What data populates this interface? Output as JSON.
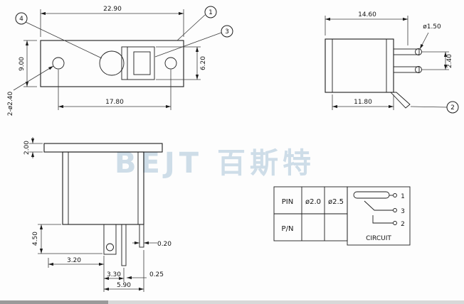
{
  "watermark": {
    "text": "BEJT 百斯特",
    "color": "#a9c4d8"
  },
  "top_view": {
    "dim_width": "22.90",
    "dim_height": "9.00",
    "dim_slot": "6.20",
    "dim_hole_spacing": "17.80",
    "dim_holes": "2-ø2.40",
    "balloon_4": "4",
    "balloon_1": "1",
    "balloon_3": "3"
  },
  "side_view": {
    "dim_width": "14.60",
    "dim_pin_dia": "ø1.50",
    "dim_pin_pitch": "2.40",
    "dim_body": "11.80",
    "balloon_2": "2"
  },
  "front_view": {
    "dim_flange_thk": "2.00",
    "dim_pin_len": "4.50",
    "dim_a": "3.20",
    "dim_b": "0.20",
    "dim_c": "3.30",
    "dim_d": "0.25",
    "dim_e": "5.90"
  },
  "spec_table": {
    "row1": {
      "label": "PIN",
      "col1": "ø2.0",
      "col2": "ø2.5"
    },
    "row2": {
      "label": "P/N",
      "col1": "",
      "col2": ""
    }
  },
  "circuit": {
    "title": "CIRCUIT",
    "pin1": "1",
    "pin3": "3",
    "pin2": "2"
  }
}
